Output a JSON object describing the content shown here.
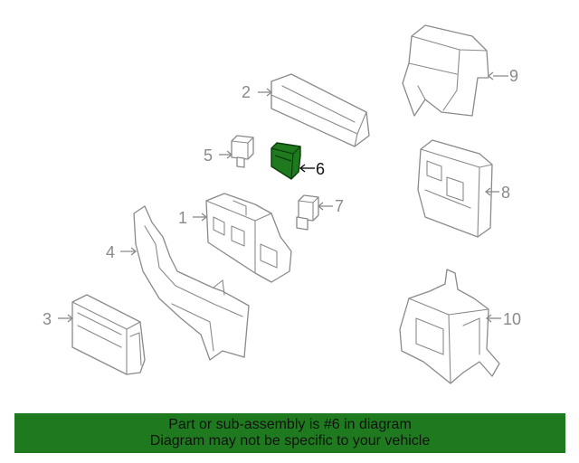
{
  "diagram": {
    "callouts": [
      "1",
      "2",
      "3",
      "4",
      "5",
      "6",
      "7",
      "8",
      "9",
      "10"
    ],
    "highlighted_callout": "6",
    "colors": {
      "highlight": "#1f7a1f",
      "line": "#8a8a8a",
      "banner": "#1f7a1f"
    }
  },
  "footer": {
    "line1": "Part or sub-assembly is #6 in diagram",
    "line2": "Diagram may not be specific to your vehicle"
  }
}
